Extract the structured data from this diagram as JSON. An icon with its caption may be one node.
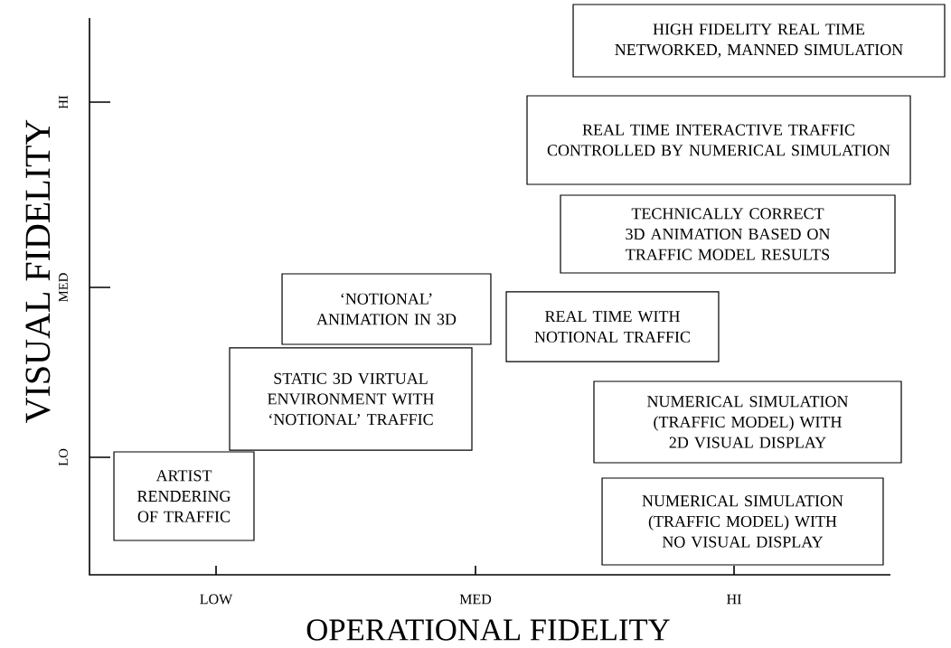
{
  "diagram": {
    "nodes": [
      {
        "text": [
          "HIGH FIDELITY REAL TIME NETWORKED, MANNED SIMULATION"
        ]
      },
      {
        "text": [
          "REAL TIME INTERACTIVE TRAFFIC CONTROLLED BY NUMERICAL SIMULATION"
        ]
      },
      {
        "text": [
          "TECHNICALLY CORRECT 3D ANIMATION BASED ON TRAFFIC MODEL RESULTS"
        ]
      },
      {
        "text": [
          "‘NOTIONAL’ ANIMATION IN 3D"
        ]
      },
      {
        "text": [
          "REAL TIME WITH NOTIONAL TRAFFIC"
        ]
      },
      {
        "text": [
          "STATIC 3D VIRTUAL ENVIRONMENT WITH ‘NOTIONAL’ TRAFFIC"
        ]
      },
      {
        "text": [
          "NUMERICAL SIMULATION (TRAFFIC MODEL) WITH 2D VISUAL DISPLAY"
        ]
      },
      {
        "text": [
          "ARTIST RENDERING OF TRAFFIC"
        ]
      },
      {
        "text": [
          "NUMERICAL SIMULATION (TRAFFIC MODEL) WITH NO VISUAL DISPLAY"
        ]
      }
    ],
    "labels": [
      "VISUAL FIDELITY",
      "HI",
      "MED",
      "LO",
      "LOW",
      "MED",
      "HI",
      "OPERATIONAL FIDELITY"
    ]
  }
}
